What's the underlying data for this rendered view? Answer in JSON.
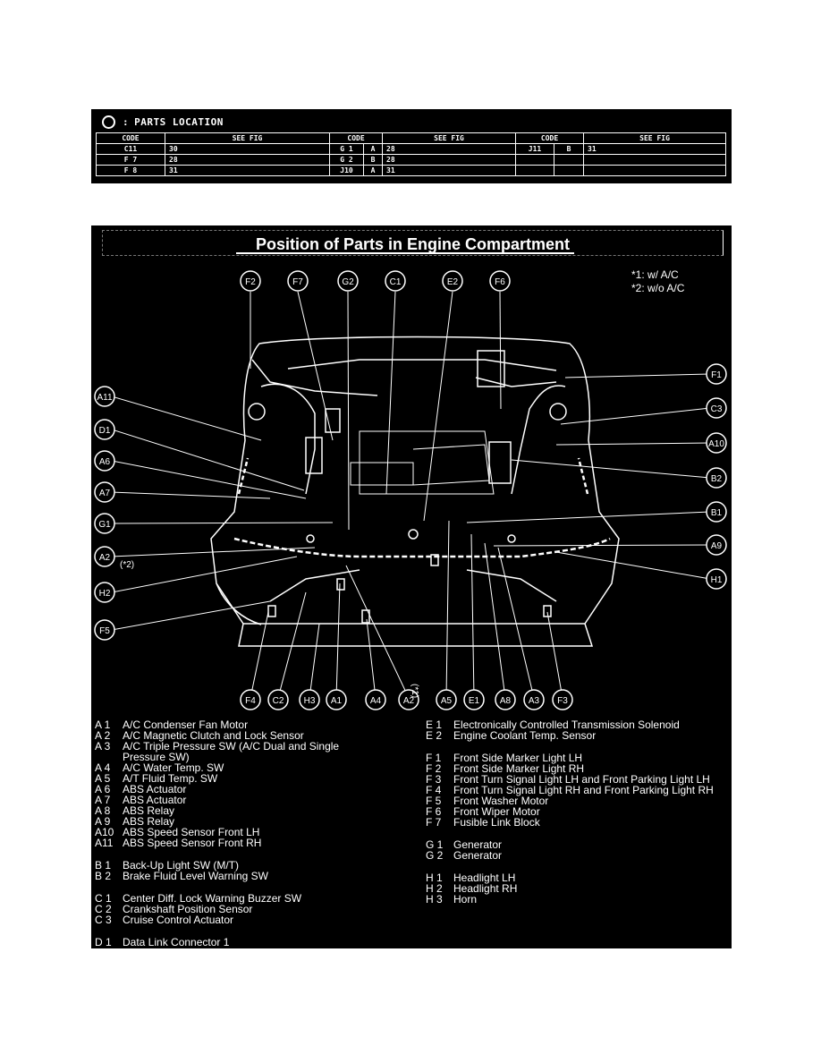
{
  "parts_location": {
    "header": "PARTS LOCATION",
    "columns": [
      "CODE",
      "SEE FIG",
      "CODE",
      "SEE FIG",
      "CODE",
      "SEE FIG"
    ],
    "rows": [
      {
        "c1": "C11",
        "f1": "30",
        "c2a": "G 1",
        "c2b": "A",
        "f2": "28",
        "c3a": "J11",
        "c3b": "B",
        "f3": "31"
      },
      {
        "c1": "F 7",
        "f1": "28",
        "c2a": "G 2",
        "c2b": "B",
        "f2": "28",
        "c3a": "",
        "c3b": "",
        "f3": ""
      },
      {
        "c1": "F 8",
        "f1": "31",
        "c2a": "J10",
        "c2b": "A",
        "f2": "31",
        "c3a": "",
        "c3b": "",
        "f3": ""
      }
    ]
  },
  "diagram": {
    "title": "Position of Parts in Engine Compartment",
    "note1": "*1: w/  A/C",
    "note2": "*2: w/o A/C",
    "note_a2": "(*2)",
    "note_a2_bottom": "(*1)",
    "callouts_top": [
      "F2",
      "F7",
      "G2",
      "C1",
      "E2",
      "F6"
    ],
    "callouts_left": [
      "A11",
      "D1",
      "A6",
      "A7",
      "G1",
      "A2",
      "H2",
      "F5"
    ],
    "callouts_right": [
      "F1",
      "C3",
      "A10",
      "B2",
      "B1",
      "A9",
      "H1"
    ],
    "callouts_bottom": [
      "F4",
      "C2",
      "H3",
      "A1",
      "A4",
      "A2",
      "A5",
      "E1",
      "A8",
      "A3",
      "F3"
    ]
  },
  "legend": {
    "left": [
      {
        "code": "A 1",
        "desc": "A/C Condenser Fan Motor"
      },
      {
        "code": "A 2",
        "desc": "A/C Magnetic Clutch and Lock Sensor"
      },
      {
        "code": "A 3",
        "desc": "A/C Triple Pressure SW (A/C Dual and Single Pressure SW)"
      },
      {
        "code": "A 4",
        "desc": "A/C Water Temp. SW"
      },
      {
        "code": "A 5",
        "desc": "A/T Fluid Temp. SW"
      },
      {
        "code": "A 6",
        "desc": "ABS Actuator"
      },
      {
        "code": "A 7",
        "desc": "ABS Actuator"
      },
      {
        "code": "A 8",
        "desc": "ABS Relay"
      },
      {
        "code": "A 9",
        "desc": "ABS Relay"
      },
      {
        "code": "A10",
        "desc": "ABS Speed Sensor Front LH"
      },
      {
        "code": "A11",
        "desc": "ABS Speed Sensor Front RH"
      },
      {
        "code": "",
        "desc": ""
      },
      {
        "code": "B 1",
        "desc": "Back-Up Light SW (M/T)"
      },
      {
        "code": "B 2",
        "desc": "Brake Fluid Level Warning SW"
      },
      {
        "code": "",
        "desc": ""
      },
      {
        "code": "C 1",
        "desc": "Center Diff. Lock Warning Buzzer SW"
      },
      {
        "code": "C 2",
        "desc": "Crankshaft Position Sensor"
      },
      {
        "code": "C 3",
        "desc": "Cruise Control Actuator"
      },
      {
        "code": "",
        "desc": ""
      },
      {
        "code": "D 1",
        "desc": "Data Link Connector 1"
      }
    ],
    "right": [
      {
        "code": "E 1",
        "desc": "Electronically Controlled Transmission Solenoid"
      },
      {
        "code": "E 2",
        "desc": "Engine Coolant Temp. Sensor"
      },
      {
        "code": "",
        "desc": ""
      },
      {
        "code": "F 1",
        "desc": "Front Side Marker Light LH"
      },
      {
        "code": "F 2",
        "desc": "Front Side Marker Light RH"
      },
      {
        "code": "F 3",
        "desc": "Front Turn Signal Light LH and Front Parking Light LH"
      },
      {
        "code": "F 4",
        "desc": "Front Turn Signal Light RH and Front Parking Light RH"
      },
      {
        "code": "F 5",
        "desc": "Front Washer Motor"
      },
      {
        "code": "F 6",
        "desc": "Front Wiper Motor"
      },
      {
        "code": "F 7",
        "desc": "Fusible Link Block"
      },
      {
        "code": "",
        "desc": ""
      },
      {
        "code": "G 1",
        "desc": "Generator"
      },
      {
        "code": "G 2",
        "desc": "Generator"
      },
      {
        "code": "",
        "desc": ""
      },
      {
        "code": "H 1",
        "desc": "Headlight LH"
      },
      {
        "code": "H 2",
        "desc": "Headlight RH"
      },
      {
        "code": "H 3",
        "desc": "Horn"
      }
    ]
  }
}
